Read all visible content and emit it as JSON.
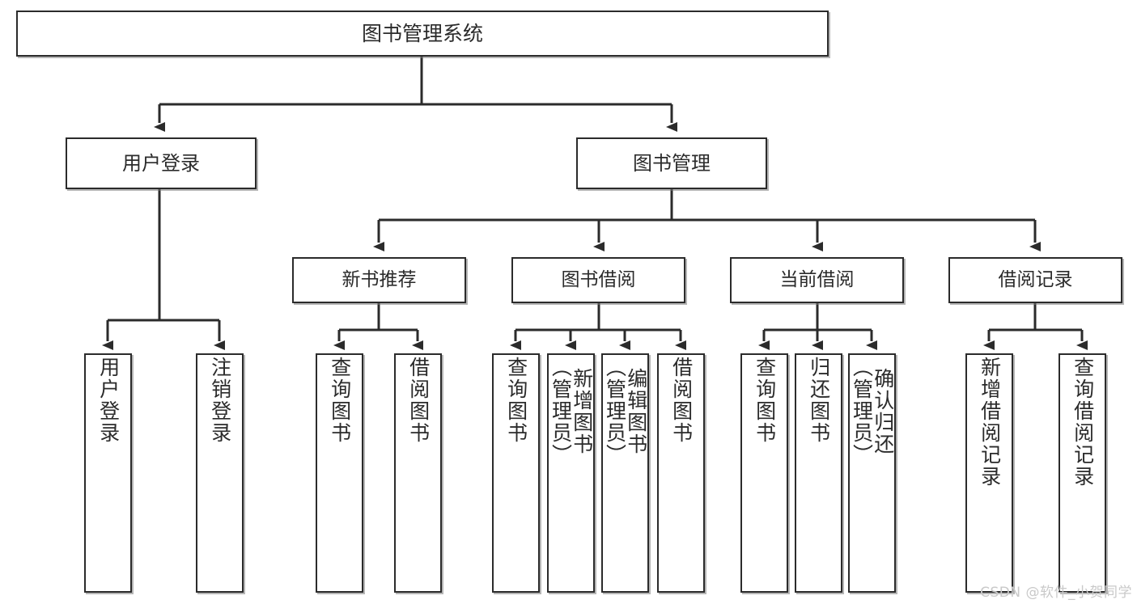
{
  "diagram": {
    "title": "图书管理系统",
    "type": "tree-hierarchy",
    "watermark": "CSDN @软件_小贺同学",
    "colors": {
      "box_border": "#2b2b2b",
      "box_fill": "#ffffff",
      "connector": "#2b2b2b",
      "text": "#2b2b2b",
      "watermark": "#c9c9c9",
      "background": "#ffffff"
    },
    "root": {
      "label": "图书管理系统"
    },
    "level2": [
      {
        "label": "用户登录"
      },
      {
        "label": "图书管理"
      }
    ],
    "level3": [
      {
        "label": "新书推荐"
      },
      {
        "label": "图书借阅"
      },
      {
        "label": "当前借阅"
      },
      {
        "label": "借阅记录"
      }
    ],
    "leaves": {
      "user_login": [
        {
          "label": "用户登录"
        },
        {
          "label": "注销登录"
        }
      ],
      "new_book_recommend": [
        {
          "label": "查询图书"
        },
        {
          "label": "借阅图书"
        }
      ],
      "book_borrow": [
        {
          "label": "查询图书"
        },
        {
          "label": "新增图书\n（管理员）"
        },
        {
          "label": "编辑图书\n（管理员）"
        },
        {
          "label": "借阅图书"
        }
      ],
      "current_borrow": [
        {
          "label": "查询图书"
        },
        {
          "label": "归还图书"
        },
        {
          "label": "确认归还\n（管理员）"
        }
      ],
      "borrow_record": [
        {
          "label": "新增借阅记录"
        },
        {
          "label": "查询借阅记录"
        }
      ]
    }
  }
}
